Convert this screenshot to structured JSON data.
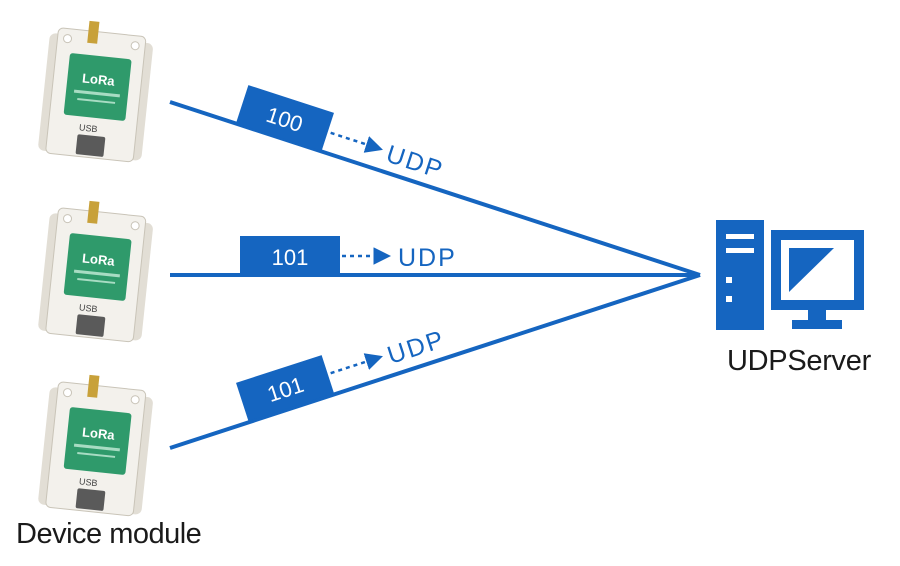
{
  "colors": {
    "link": "#1565c0",
    "device_board": "#f3f1ec",
    "device_label_panel": "#2f9a6b",
    "device_connector": "#5a5a5a",
    "text": "#1a1a1a"
  },
  "devices": [
    {
      "brand": "LoRa",
      "port": "USB"
    },
    {
      "brand": "LoRa",
      "port": "USB"
    },
    {
      "brand": "LoRa",
      "port": "USB"
    }
  ],
  "links": [
    {
      "packet": "100",
      "protocol": "UDP"
    },
    {
      "packet": "101",
      "protocol": "UDP"
    },
    {
      "packet": "101",
      "protocol": "UDP"
    }
  ],
  "server": {
    "icon": "computer-icon"
  },
  "captions": {
    "device": "Device module",
    "server": "UDPServer"
  }
}
